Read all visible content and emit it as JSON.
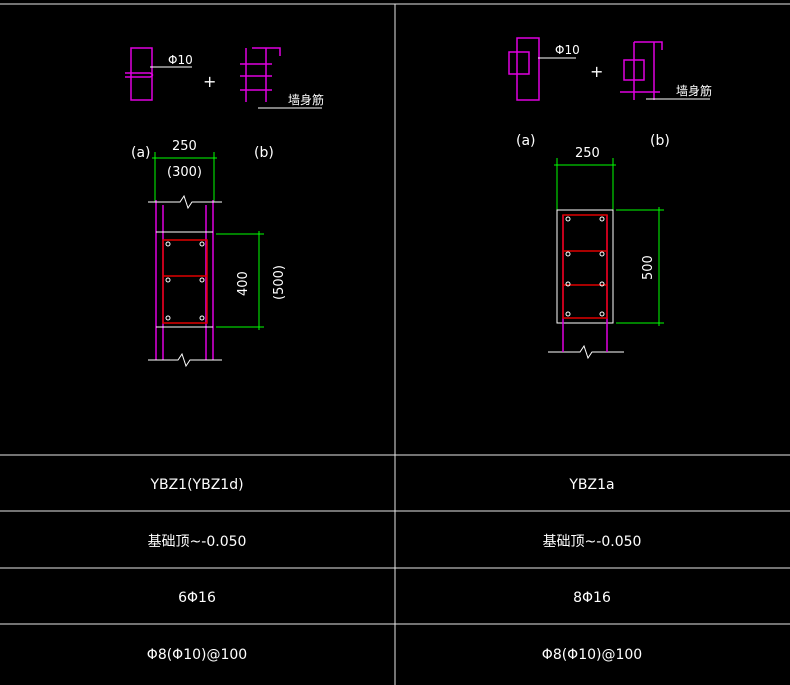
{
  "colors": {
    "background": "#000000",
    "grid_line": "#e6e6e6",
    "text": "#ffffff",
    "rebar": "#e000e0",
    "dimension": "#00ff00",
    "stirrup": "#e00000"
  },
  "left_detail": {
    "label_phi": "Φ10",
    "plus": "+",
    "wall_rebar_label": "墙身筋",
    "label_a": "(a)",
    "label_b": "(b)",
    "dim_width": "250",
    "dim_width_alt": "(300)",
    "dim_height": "400",
    "dim_height_alt": "(500)"
  },
  "right_detail": {
    "label_phi": "Φ10",
    "plus": "+",
    "wall_rebar_label": "墙身筋",
    "label_a": "(a)",
    "label_b": "(b)",
    "dim_width": "250",
    "dim_height": "500"
  },
  "table": {
    "rows": [
      {
        "left": "YBZ1(YBZ1d)",
        "right": "YBZ1a"
      },
      {
        "left": "基础顶~-0.050",
        "right": "基础顶~-0.050"
      },
      {
        "left": "6Φ16",
        "right": "8Φ16"
      },
      {
        "left": "Φ8(Φ10)@100",
        "right": "Φ8(Φ10)@100"
      }
    ]
  }
}
